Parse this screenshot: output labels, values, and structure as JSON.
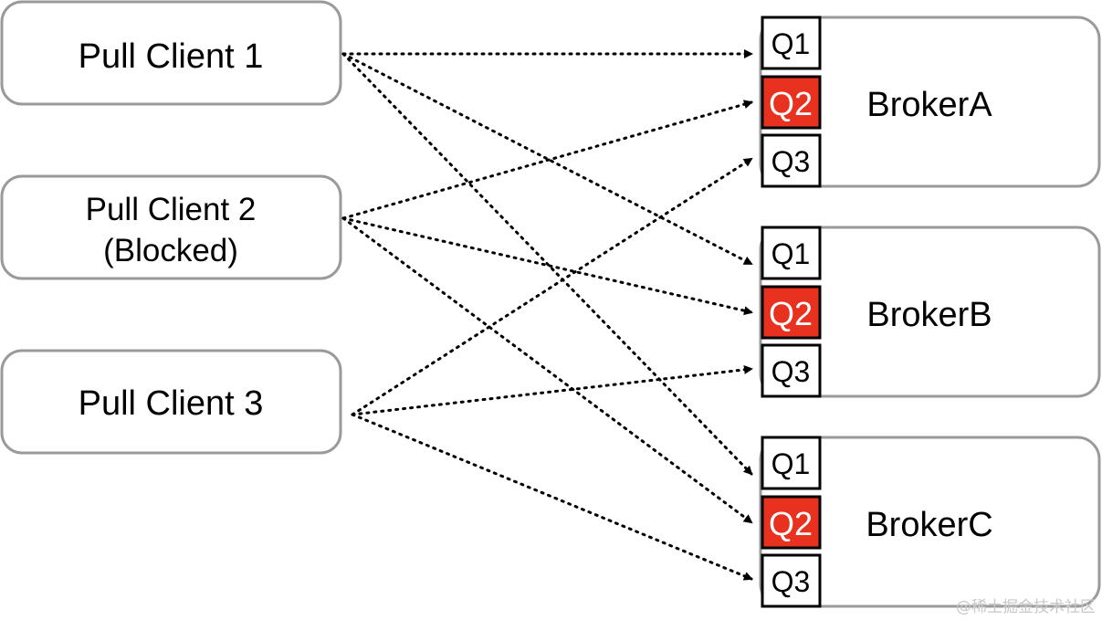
{
  "clients": [
    {
      "id": "c1",
      "lines": [
        "Pull Client 1"
      ],
      "blocked": false
    },
    {
      "id": "c2",
      "lines": [
        "Pull Client 2",
        "(Blocked)"
      ],
      "blocked": true
    },
    {
      "id": "c3",
      "lines": [
        "Pull Client 3"
      ],
      "blocked": false
    }
  ],
  "brokers": [
    {
      "id": "A",
      "name": "BrokerA",
      "queues": [
        {
          "label": "Q1",
          "highlighted": false
        },
        {
          "label": "Q2",
          "highlighted": true
        },
        {
          "label": "Q3",
          "highlighted": false
        }
      ]
    },
    {
      "id": "B",
      "name": "BrokerB",
      "queues": [
        {
          "label": "Q1",
          "highlighted": false
        },
        {
          "label": "Q2",
          "highlighted": true
        },
        {
          "label": "Q3",
          "highlighted": false
        }
      ]
    },
    {
      "id": "C",
      "name": "BrokerC",
      "queues": [
        {
          "label": "Q1",
          "highlighted": false
        },
        {
          "label": "Q2",
          "highlighted": true
        },
        {
          "label": "Q3",
          "highlighted": false
        }
      ]
    }
  ],
  "edges": [
    {
      "from": "c1",
      "to": [
        "A",
        "Q1"
      ]
    },
    {
      "from": "c1",
      "to": [
        "B",
        "Q1"
      ]
    },
    {
      "from": "c1",
      "to": [
        "C",
        "Q1"
      ]
    },
    {
      "from": "c2",
      "to": [
        "A",
        "Q2"
      ]
    },
    {
      "from": "c2",
      "to": [
        "B",
        "Q2"
      ]
    },
    {
      "from": "c2",
      "to": [
        "C",
        "Q2"
      ]
    },
    {
      "from": "c3",
      "to": [
        "A",
        "Q3"
      ]
    },
    {
      "from": "c3",
      "to": [
        "B",
        "Q3"
      ]
    },
    {
      "from": "c3",
      "to": [
        "C",
        "Q3"
      ]
    }
  ],
  "colors": {
    "highlight": "#e8311f",
    "box_border": "#9a9a9a",
    "edge": "#000000"
  },
  "watermark": "@稀土掘金技术社区"
}
